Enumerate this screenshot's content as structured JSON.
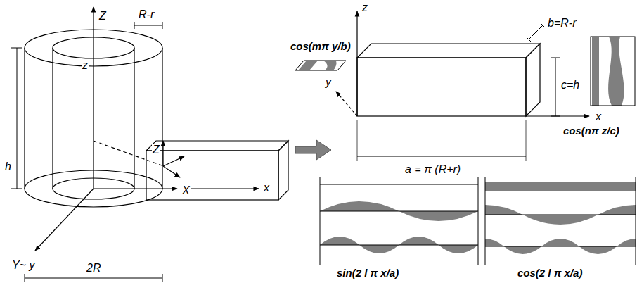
{
  "diagram": {
    "labels": [
      "Z",
      "R-r",
      "z",
      "b=R-r",
      "cos(mπ y/b)",
      "z",
      "c=h",
      "y",
      "h",
      "Z",
      "X",
      "x",
      "x",
      "cos(nπ z/c)",
      "a = π (R+r)",
      "Y~ y",
      "2R",
      "sin(2 l π x/a)",
      "cos(2 l π x/a)"
    ]
  }
}
